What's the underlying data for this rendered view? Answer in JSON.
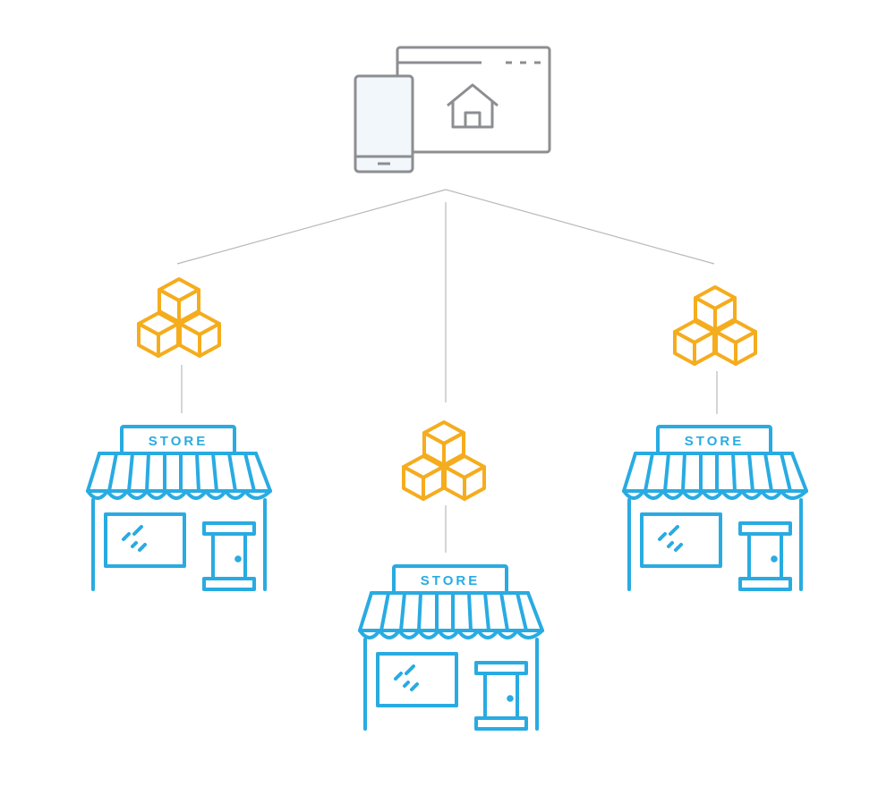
{
  "colors": {
    "background": "#ffffff",
    "device_stroke": "#8d8e92",
    "device_fill": "#f2f7fb",
    "connector": "#b9b9b9",
    "inventory": "#f5ac1d",
    "store": "#29abe2"
  },
  "hub": {
    "icon": "device-browser-home-icon"
  },
  "branches": [
    {
      "inventory_icon": "boxes-stack-icon",
      "store_icon": "storefront-icon",
      "store_label": "STORE"
    },
    {
      "inventory_icon": "boxes-stack-icon",
      "store_icon": "storefront-icon",
      "store_label": "STORE"
    },
    {
      "inventory_icon": "boxes-stack-icon",
      "store_icon": "storefront-icon",
      "store_label": "STORE"
    }
  ]
}
